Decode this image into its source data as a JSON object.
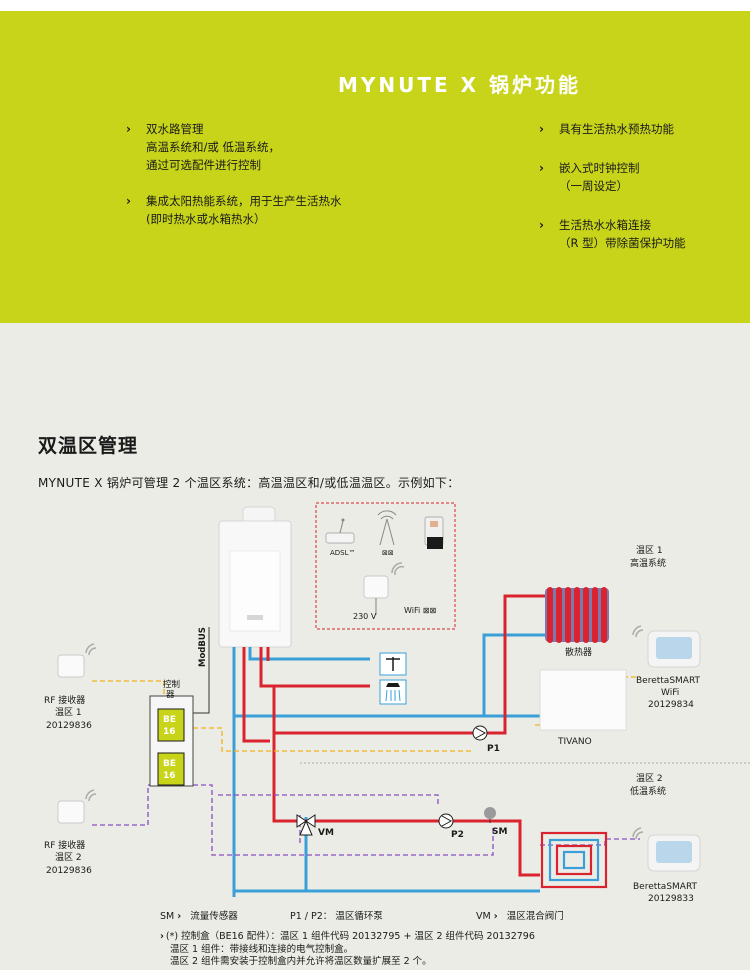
{
  "banner": {
    "title": "MYNUTE X 锅炉功能",
    "features_left": [
      {
        "lines": [
          "双水路管理",
          "高温系统和/或 低温系统，",
          "通过可选配件进行控制"
        ]
      },
      {
        "lines": [
          "集成太阳热能系统，用于生产生活热水",
          "(即时热水或水箱热水）"
        ]
      }
    ],
    "features_right": [
      {
        "lines": [
          "具有生活热水预热功能"
        ]
      },
      {
        "lines": [
          "嵌入式时钟控制",
          "（一周设定）"
        ]
      },
      {
        "lines": [
          "生活热水水箱连接",
          "（R 型）带除菌保护功能"
        ]
      }
    ]
  },
  "section": {
    "title": "双温区管理",
    "subtitle": "MYNUTE X 锅炉可管理 2 个温区系统：高温温区和/或低温温区。示例如下："
  },
  "diagram": {
    "adsl": "ADSL™",
    "wifi_small": "⊠⊠",
    "wifi_label": "WiFi ⊠⊠",
    "voltage": "230 V",
    "modbus": "ModBUS",
    "controller": [
      "控制",
      "器"
    ],
    "be16": [
      "BE",
      "16"
    ],
    "rf1": [
      "RF 接收器",
      "温区 1",
      "20129836"
    ],
    "rf2": [
      "RF 接收器",
      "温区 2",
      "20129836"
    ],
    "zone1": [
      "温区 1",
      "高温系统"
    ],
    "zone2": [
      "温区 2",
      "低温系统"
    ],
    "radiator": "散热器",
    "tivano": "TIVANO",
    "smart_wifi": [
      "BerettaSMART",
      "WiFi",
      "20129834"
    ],
    "smart": [
      "BerettaSMART",
      "20129833"
    ],
    "p1": "P1",
    "p2": "P2",
    "vm": "VM",
    "sm": "SM"
  },
  "legend": {
    "sm": "SM",
    "sm_text": "流量传感器",
    "p": "P1 / P2：",
    "p_text": "温区循环泵",
    "vm": "VM",
    "vm_text": "温区混合阀门"
  },
  "footnote": [
    "(*) 控制盒（BE16 配件）：温区 1 组件代码 20132795 + 温区 2 组件代码 20132796",
    "温区 1 组件：带接线和连接的电气控制盒。",
    "温区 2 组件需安装于控制盒内并允许将温区数量扩展至 2 个。"
  ],
  "colors": {
    "banner": "#c8d41a",
    "pipe_hot": "#d9232e",
    "pipe_cold": "#3a9fd8",
    "signal_yellow": "#f2b21a",
    "signal_purple": "#8a4bc4",
    "wifi_box": "#d9232e",
    "be16": "#c8d41a"
  }
}
